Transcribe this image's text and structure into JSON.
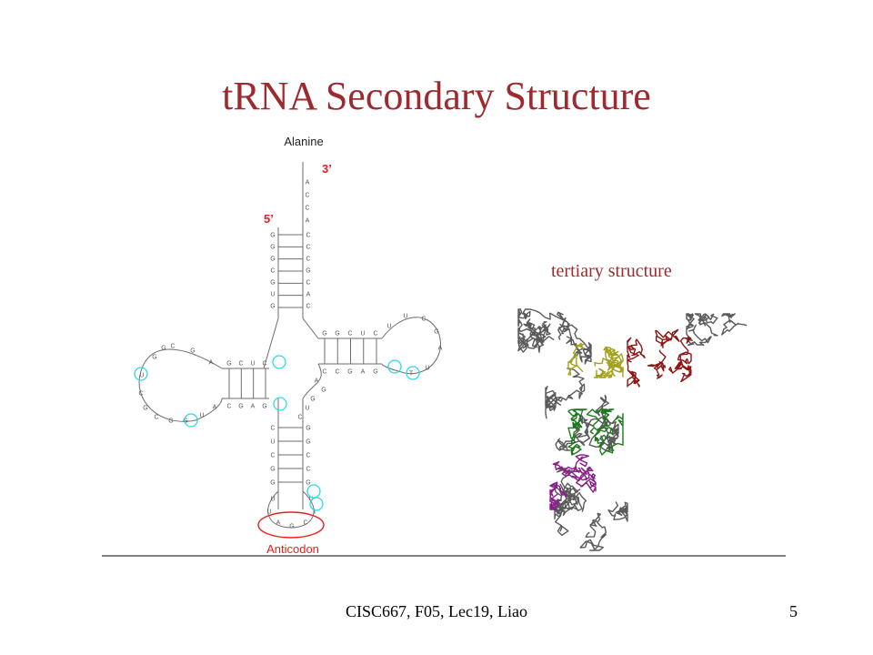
{
  "slide": {
    "title": "tRNA Secondary Structure",
    "footer_text": "CISC667, F05, Lec19, Liao",
    "page_number": "5"
  },
  "secondary": {
    "amino_acid": "Alanine",
    "end_3": "3’",
    "end_5": "5’",
    "anticodon_label": "Anticodon",
    "acceptor_tail": [
      "A",
      "C",
      "C",
      "A"
    ],
    "acceptor_left": [
      "G",
      "G",
      "G",
      "C",
      "G",
      "U",
      "G"
    ],
    "acceptor_right": [
      "C",
      "C",
      "C",
      "G",
      "C",
      "A",
      "C"
    ],
    "d_stem_top": [
      "G",
      "C",
      "U",
      "C"
    ],
    "d_stem_bottom": [
      "C",
      "G",
      "A",
      "G"
    ],
    "d_loop": [
      "A",
      "G",
      "C",
      "G",
      "U",
      "C",
      "G",
      "C",
      "G",
      "G",
      "U",
      "A",
      "G"
    ],
    "anticodon_left": [
      "C",
      "U",
      "C",
      "G",
      "G"
    ],
    "anticodon_right": [
      "G",
      "G",
      "C",
      "C",
      "G"
    ],
    "anticodon_loop": [
      "U",
      "U",
      "A",
      "G",
      "C",
      "I",
      "U"
    ],
    "t_stem_top": [
      "G",
      "G",
      "C",
      "U",
      "C"
    ],
    "t_stem_bottom": [
      "C",
      "C",
      "G",
      "A",
      "G"
    ],
    "t_loop": [
      "U",
      "U",
      "C",
      "G",
      "A",
      "U",
      "T"
    ],
    "variable_loop": [
      "A",
      "G",
      "G",
      "U",
      "C"
    ],
    "colors": {
      "ring": "#2bd9e8",
      "accent": "#e61f1f",
      "line": "#6e6e6e",
      "nucleotide": "#555555"
    }
  },
  "tertiary": {
    "label": "tertiary structure",
    "colors": {
      "backbone": "#5a5a5a",
      "olive": "#a3a21c",
      "maroon": "#8e1515",
      "green": "#1a7a1a",
      "purple": "#8a1e8a"
    }
  }
}
